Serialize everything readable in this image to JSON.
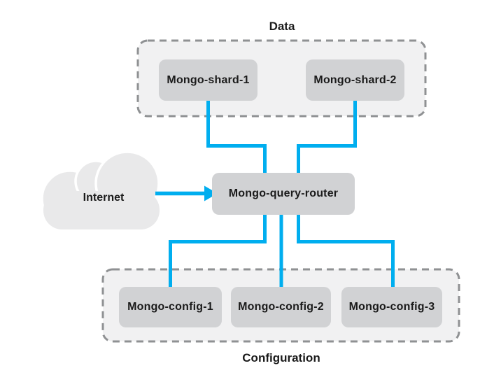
{
  "diagram": {
    "data_group": {
      "label": "Data",
      "nodes": [
        {
          "label": "Mongo-shard-1"
        },
        {
          "label": "Mongo-shard-2"
        }
      ]
    },
    "router": {
      "label": "Mongo-query-router"
    },
    "internet": {
      "label": "Internet"
    },
    "config_group": {
      "label": "Configuration",
      "nodes": [
        {
          "label": "Mongo-config-1"
        },
        {
          "label": "Mongo-config-2"
        },
        {
          "label": "Mongo-config-3"
        }
      ]
    },
    "colors": {
      "connector": "#00aeef",
      "node_fill": "#d1d2d4",
      "group_fill": "#f1f1f2",
      "group_border": "#8f9193",
      "cloud_fill": "#e9e9ea",
      "text": "#1b1b1b"
    }
  }
}
